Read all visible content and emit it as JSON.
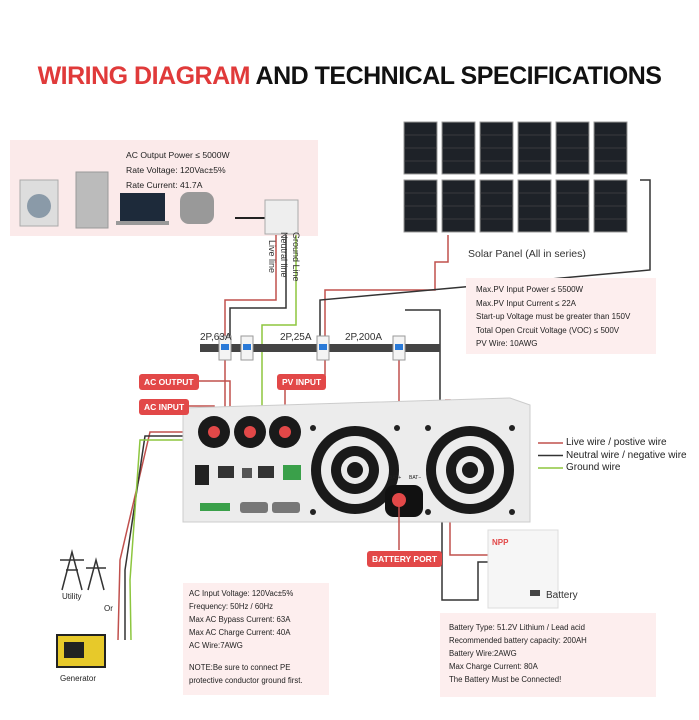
{
  "title": {
    "highlight": "WIRING DIAGRAM",
    "rest": "AND TECHNICAL SPECIFICATIONS"
  },
  "ac_output_box": {
    "lines": [
      "AC Output Power ≤  5000W",
      "Rate Voltage: 120Vac±5%",
      "Rate Current: 41.7A"
    ]
  },
  "wire_lines": {
    "live": "Live line",
    "neutral": "Neutral line",
    "ground": "Ground Line"
  },
  "solar_panel_label": "Solar Panel (All in series)",
  "pv_box": {
    "lines": [
      "Max.PV Input Power ≤ 5500W",
      "Max.PV Input Current ≤ 22A",
      "Start-up Voltage must be greater than 150V",
      "Total Open Crcuit Voltage (VOC) ≤ 500V",
      "PV Wire: 10AWG"
    ]
  },
  "breakers": [
    "2P,63A",
    "2P,25A",
    "2P,200A"
  ],
  "tags": {
    "ac_output": "AC OUTPUT",
    "ac_input": "AC INPUT",
    "pv_input": "PV INPUT",
    "battery_port": "BATTERY PORT"
  },
  "inverter": {
    "bat_pos": "BAT+",
    "bat_neg": "BAT−",
    "brand": "NPP"
  },
  "legend": [
    {
      "label": "Live wire / postive wire",
      "color": "#c0504d"
    },
    {
      "label": "Neutral wire / negative wire",
      "color": "#333333"
    },
    {
      "label": "Ground wire",
      "color": "#8dc63f"
    }
  ],
  "battery_label": "Battery",
  "utility_label": "Utility",
  "or_label": "Or",
  "generator_label": "Generator",
  "ac_input_box": {
    "lines": [
      "AC Input Voltage: 120Vac±5%",
      "Frequency: 50Hz / 60Hz",
      "Max AC Bypass Current: 63A",
      "Max AC Charge Current: 40A",
      "AC Wire:7AWG"
    ],
    "note": [
      "NOTE:Be sure to connect PE",
      "protective conductor ground first."
    ]
  },
  "battery_box": {
    "lines": [
      "Battery Type: 51.2V Lithium / Lead acid",
      "Recommended battery capacity: 200AH",
      "Battery Wire:2AWG",
      "Max Charge Current: 80A",
      "The Battery Must be Connected!"
    ]
  }
}
